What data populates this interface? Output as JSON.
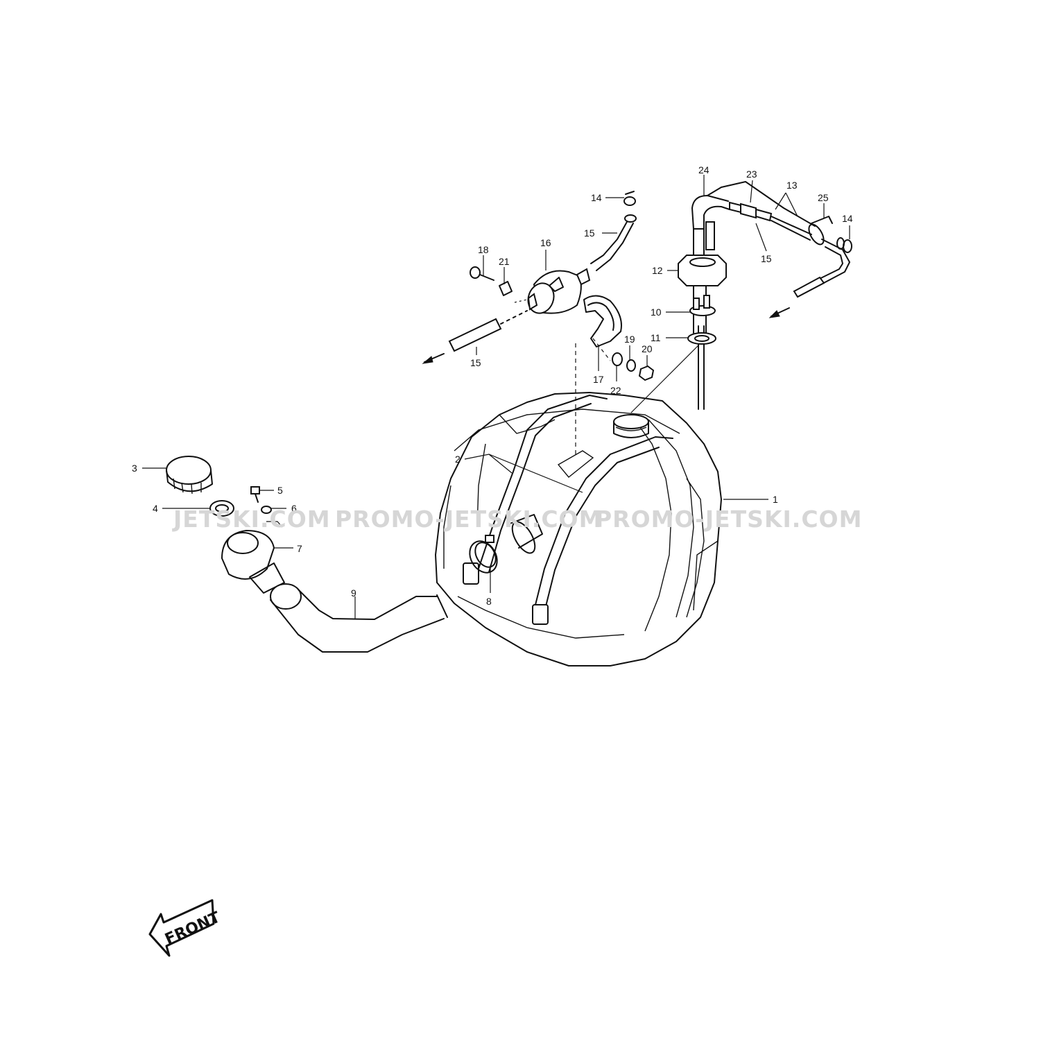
{
  "watermarks": [
    "JETSKI.COM",
    "PROMO-JETSKI.COM",
    "PROMO-JETSKI.COM"
  ],
  "front_label": "FRONT",
  "callouts": [
    "1",
    "2",
    "3",
    "4",
    "5",
    "6",
    "7",
    "8",
    "9",
    "10",
    "11",
    "12",
    "13",
    "14",
    "14",
    "15",
    "15",
    "15",
    "16",
    "17",
    "18",
    "19",
    "20",
    "21",
    "22",
    "23",
    "24",
    "25"
  ],
  "parts": [
    {
      "callout": "1",
      "name": "fuel-tank"
    },
    {
      "callout": "2",
      "name": "tank-strap"
    },
    {
      "callout": "3",
      "name": "filler-cap"
    },
    {
      "callout": "4",
      "name": "cap-gasket"
    },
    {
      "callout": "5",
      "name": "bolt"
    },
    {
      "callout": "6",
      "name": "washer"
    },
    {
      "callout": "7",
      "name": "filler-neck"
    },
    {
      "callout": "8",
      "name": "hose-clamp"
    },
    {
      "callout": "9",
      "name": "filler-hose"
    },
    {
      "callout": "10",
      "name": "fuel-pickup"
    },
    {
      "callout": "11",
      "name": "gasket"
    },
    {
      "callout": "12",
      "name": "nut"
    },
    {
      "callout": "13",
      "name": "fuel-line"
    },
    {
      "callout": "14",
      "name": "hose-clip"
    },
    {
      "callout": "15",
      "name": "fuel-hose"
    },
    {
      "callout": "16",
      "name": "fuel-filter"
    },
    {
      "callout": "17",
      "name": "filter-bracket"
    },
    {
      "callout": "18",
      "name": "bolt"
    },
    {
      "callout": "19",
      "name": "washer"
    },
    {
      "callout": "20",
      "name": "nut"
    },
    {
      "callout": "21",
      "name": "clip"
    },
    {
      "callout": "22",
      "name": "collar"
    },
    {
      "callout": "23",
      "name": "check-valve"
    },
    {
      "callout": "24",
      "name": "vent-hose"
    },
    {
      "callout": "25",
      "name": "band"
    }
  ]
}
